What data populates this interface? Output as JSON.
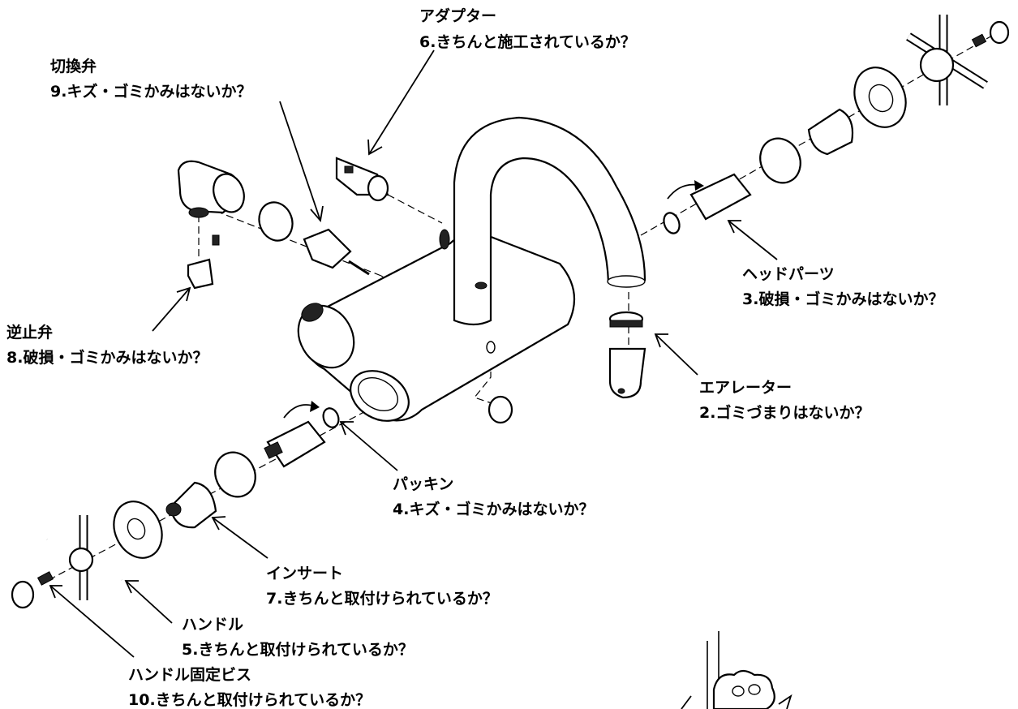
{
  "labels": {
    "adapter": {
      "name": "アダプター",
      "check": "6.きちんと施工されているか？"
    },
    "switch_valve": {
      "name": "切換弁",
      "check": "9.キズ・ゴミかみはないか？"
    },
    "head_parts": {
      "name": "ヘッドパーツ",
      "check": "3.破損・ゴミかみはないか？"
    },
    "check_valve": {
      "name": "逆止弁",
      "check": "8.破損・ゴミかみはないか？"
    },
    "aerator": {
      "name": "エアレーター",
      "check": "2.ゴミづまりはないか？"
    },
    "packing": {
      "name": "パッキン",
      "check": "4.キズ・ゴミかみはないか？"
    },
    "insert": {
      "name": "インサート",
      "check": "7.きちんと取付けられているか？"
    },
    "handle": {
      "name": "ハンドル",
      "check": "5.きちんと取付けられているか？"
    },
    "handle_screw": {
      "name": "ハンドル固定ビス",
      "check": "10.きちんと取付けられているか？"
    }
  }
}
